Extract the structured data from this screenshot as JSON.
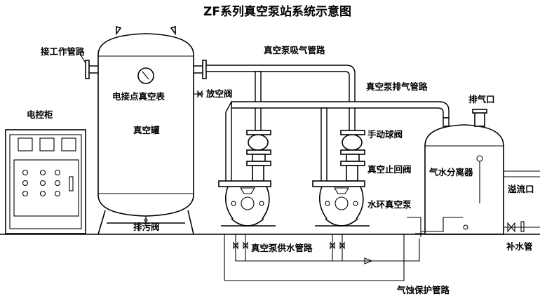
{
  "title": "ZF系列真空泵站系统示意图",
  "labels": {
    "work_pipe": "接工作管路",
    "control_cabinet": "电控柜",
    "gauge": "电接点真空表",
    "vent_valve": "放空阀",
    "vacuum_tank": "真空罐",
    "drain_valve": "排污阀",
    "suction_pipe": "真空泵吸气管路",
    "exhaust_pipe": "真空泵排气管路",
    "exhaust_port": "排气口",
    "ball_valve": "手动球阀",
    "check_valve": "真空止回阀",
    "water_ring_pump": "水环真空泵",
    "separator": "气水分离器",
    "overflow": "溢流口",
    "makeup_water": "补水管",
    "water_supply": "真空泵供水管路",
    "corrosion_protection": "气蚀保护管路"
  }
}
